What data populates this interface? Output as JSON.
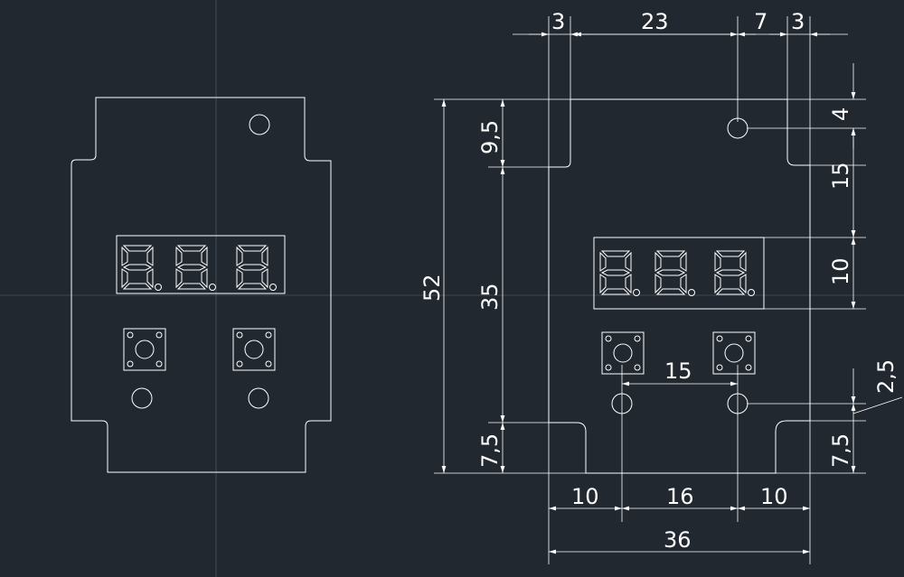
{
  "dimensions": {
    "top_3_left": "3",
    "top_23": "23",
    "top_7": "7",
    "top_3_right": "3",
    "right_4": "4",
    "right_15": "15",
    "right_10": "10",
    "right_2_5": "2,5",
    "right_7_5": "7,5",
    "left_52": "52",
    "left_9_5": "9,5",
    "left_35": "35",
    "left_7_5": "7,5",
    "inner_15": "15",
    "bottom_10_left": "10",
    "bottom_16": "16",
    "bottom_10_right": "10",
    "bottom_36": "36"
  },
  "colors": {
    "background": "#212830",
    "lines": "#ffffff",
    "grid": "#5a6470"
  },
  "icons": {
    "display": "seven-segment-display-icon",
    "button": "tactile-button-icon",
    "hole": "mounting-hole-icon"
  }
}
